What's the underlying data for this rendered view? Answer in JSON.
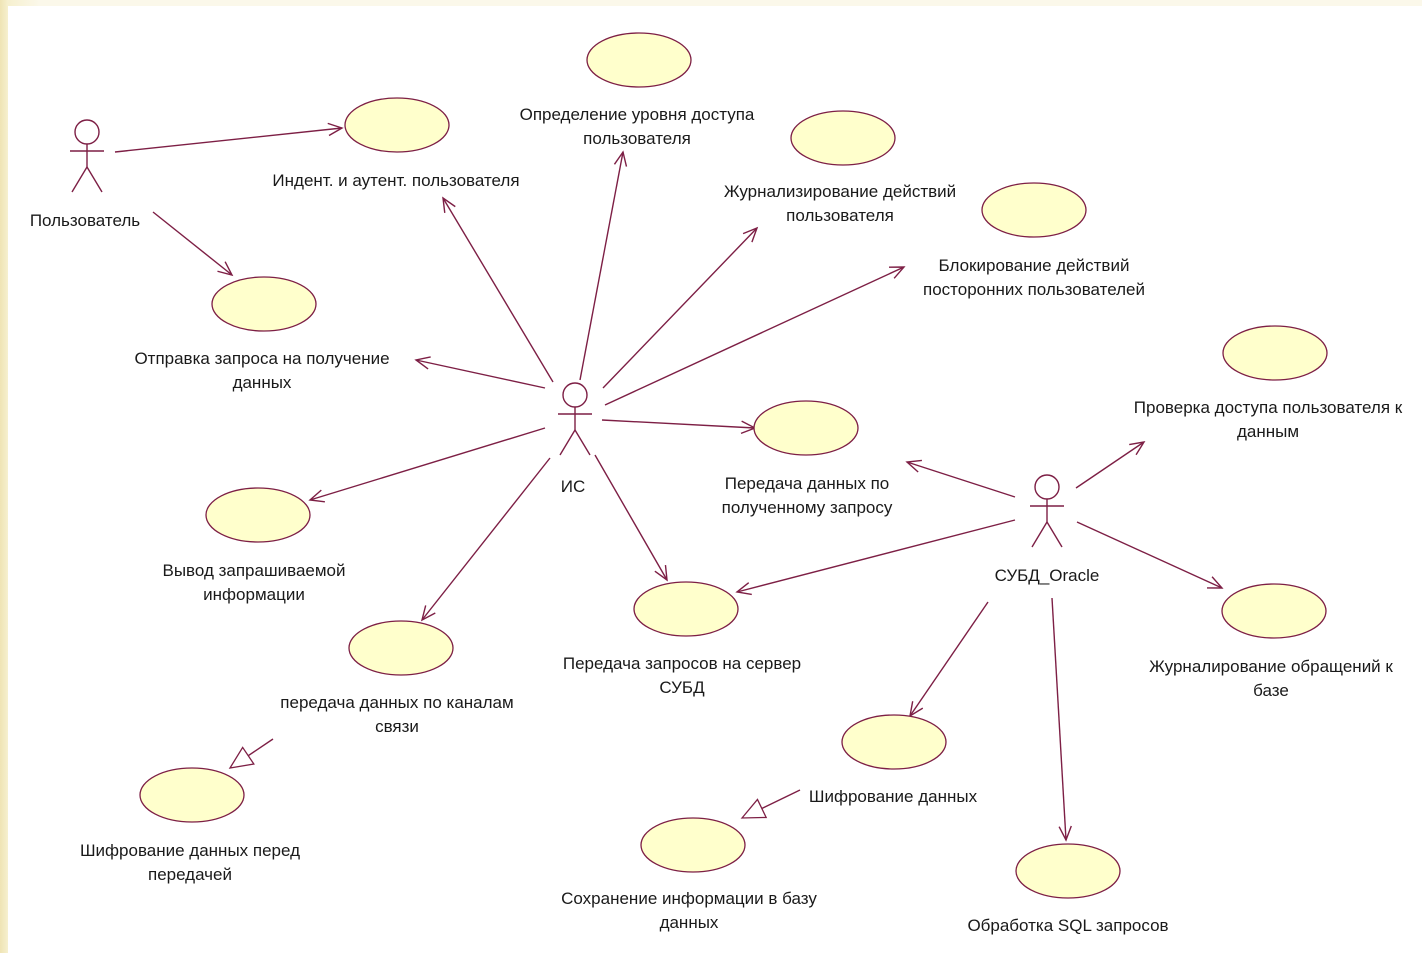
{
  "diagram": {
    "actors": [
      {
        "id": "user",
        "label": "Пользователь"
      },
      {
        "id": "is",
        "label": "ИС"
      },
      {
        "id": "dbms",
        "label": "СУБД_Oracle"
      }
    ],
    "use_cases": [
      {
        "id": "auth",
        "label": [
          "Индент. и аутент. пользователя"
        ]
      },
      {
        "id": "access_level",
        "label": [
          "Определение уровня доступа",
          "пользователя"
        ]
      },
      {
        "id": "journal_actions",
        "label": [
          "Журнализирование действий",
          "пользователя"
        ]
      },
      {
        "id": "block",
        "label": [
          "Блокирование действий",
          "посторонних пользователей"
        ]
      },
      {
        "id": "send_request",
        "label": [
          "Отправка запроса на получение",
          "данных"
        ]
      },
      {
        "id": "transfer_data",
        "label": [
          "Передача данных по",
          "полученному запросу"
        ]
      },
      {
        "id": "check_access",
        "label": [
          "Проверка доступа пользователя к",
          "данным"
        ]
      },
      {
        "id": "output",
        "label": [
          "Вывод запрашиваемой",
          "информации"
        ]
      },
      {
        "id": "to_server",
        "label": [
          "Передача запросов на сервер",
          "СУБД"
        ]
      },
      {
        "id": "journal_db",
        "label": [
          "Журналирование обращений к",
          "базе"
        ]
      },
      {
        "id": "channels",
        "label": [
          "передача данных по каналам",
          "связи"
        ]
      },
      {
        "id": "encrypt",
        "label": [
          "Шифрование данных"
        ]
      },
      {
        "id": "encrypt_before",
        "label": [
          "Шифрование данных перед",
          "передачей"
        ]
      },
      {
        "id": "save",
        "label": [
          "Сохранение информации в базу",
          "данных"
        ]
      },
      {
        "id": "sql",
        "label": [
          "Обработка SQL запросов"
        ]
      }
    ],
    "associations": [
      {
        "from": "user",
        "to": "auth"
      },
      {
        "from": "user",
        "to": "send_request"
      },
      {
        "from": "is",
        "to": "auth"
      },
      {
        "from": "is",
        "to": "access_level"
      },
      {
        "from": "is",
        "to": "journal_actions"
      },
      {
        "from": "is",
        "to": "block"
      },
      {
        "from": "is",
        "to": "send_request"
      },
      {
        "from": "is",
        "to": "transfer_data"
      },
      {
        "from": "is",
        "to": "output"
      },
      {
        "from": "is",
        "to": "channels"
      },
      {
        "from": "is",
        "to": "to_server"
      },
      {
        "from": "dbms",
        "to": "transfer_data"
      },
      {
        "from": "dbms",
        "to": "check_access"
      },
      {
        "from": "dbms",
        "to": "to_server"
      },
      {
        "from": "dbms",
        "to": "journal_db"
      },
      {
        "from": "dbms",
        "to": "encrypt"
      },
      {
        "from": "dbms",
        "to": "sql"
      }
    ],
    "generalizations": [
      {
        "from": "channels",
        "to": "encrypt_before"
      },
      {
        "from": "encrypt",
        "to": "save"
      }
    ],
    "colors": {
      "line": "#7d1f45",
      "use_case_fill": "#ffffcc",
      "background": "#ffffff",
      "page_edge": "#f6f0cf"
    }
  }
}
